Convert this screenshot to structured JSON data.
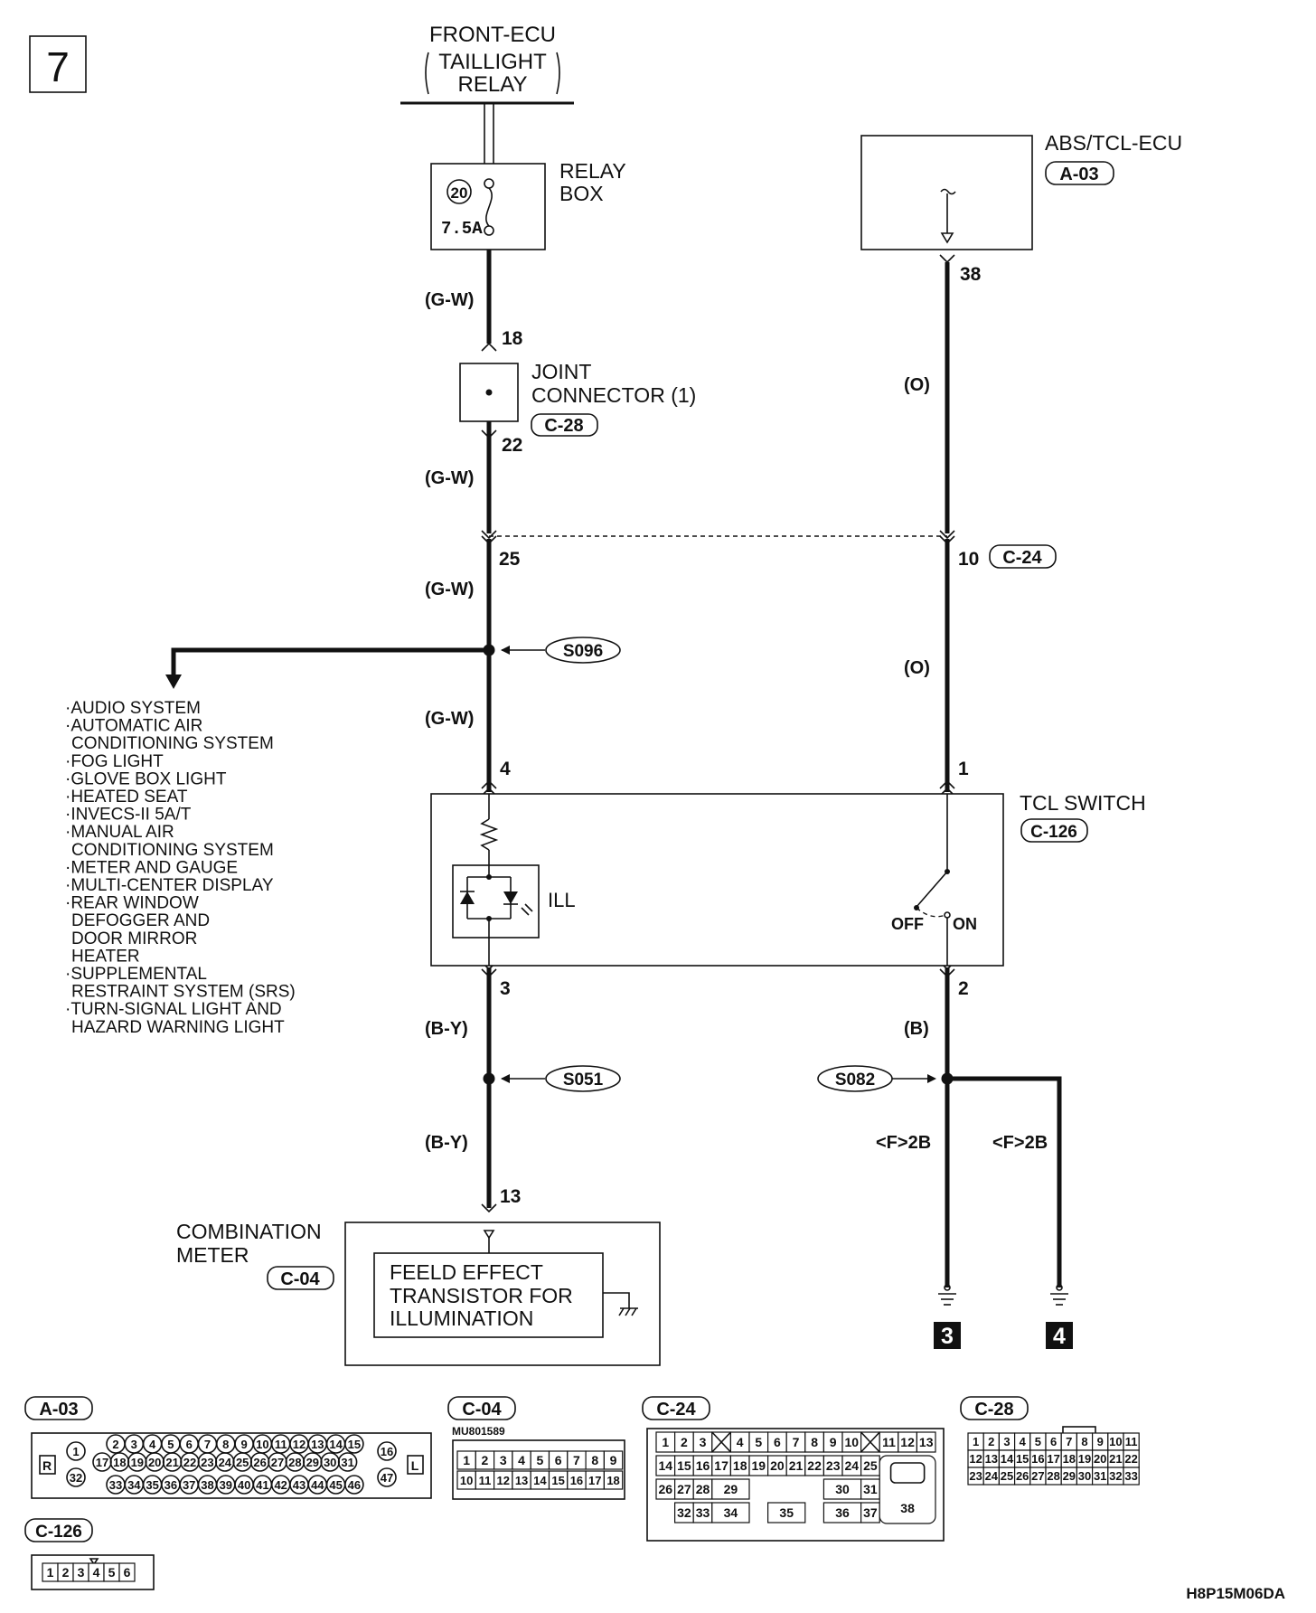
{
  "page_number": "7",
  "front_ecu": {
    "title": "FRONT-ECU",
    "line1": "TAILLIGHT",
    "line2": "RELAY"
  },
  "relay_box": {
    "label_line1": "RELAY",
    "label_line2": "BOX",
    "fuse_no": "20",
    "fuse_rating": "7.5A"
  },
  "abs_tcl_ecu": {
    "label": "ABS/TCL-ECU",
    "connector": "A-03",
    "pin": "38"
  },
  "joint_connector": {
    "label_line1": "JOINT",
    "label_line2": "CONNECTOR (1)",
    "connector": "C-28",
    "pin_in": "18",
    "pin_out": "22"
  },
  "intermediate_connector": {
    "pin_left": "25",
    "pin_right": "10",
    "connector": "C-24"
  },
  "wire_colors": {
    "g_w": "(G-W)",
    "o": "(O)",
    "b_y": "(B-Y)",
    "b": "(B)"
  },
  "splices": {
    "s096": "S096",
    "s051": "S051",
    "s082": "S082"
  },
  "branch_systems": [
    "·AUDIO SYSTEM",
    "·AUTOMATIC AIR",
    "CONDITIONING SYSTEM",
    "·FOG LIGHT",
    "·GLOVE BOX LIGHT",
    "·HEATED SEAT",
    "·INVECS-II 5A/T",
    "·MANUAL AIR",
    "CONDITIONING SYSTEM",
    "·METER AND GAUGE",
    "·MULTI-CENTER DISPLAY",
    "·REAR WINDOW",
    "DEFOGGER AND",
    "DOOR MIRROR",
    "HEATER",
    "·SUPPLEMENTAL",
    "RESTRAINT SYSTEM (SRS)",
    "·TURN-SIGNAL LIGHT AND",
    "HAZARD WARNING LIGHT"
  ],
  "tcl_switch": {
    "label": "TCL SWITCH",
    "connector": "C-126",
    "pin_4": "4",
    "pin_1": "1",
    "pin_3": "3",
    "pin_2": "2",
    "ill": "ILL",
    "off": "OFF",
    "on": "ON"
  },
  "combination_meter": {
    "label_line1": "COMBINATION",
    "label_line2": "METER",
    "connector": "C-04",
    "pin": "13",
    "inner_line1": "FEELD EFFECT",
    "inner_line2": "TRANSISTOR FOR",
    "inner_line3": "ILLUMINATION"
  },
  "grounds": {
    "ref_left": "<F>2B",
    "ref_right": "<F>2B",
    "ground_3": "3",
    "ground_4": "4"
  },
  "connector_views": {
    "a03": {
      "id": "A-03",
      "r": "R",
      "l": "L",
      "row1": [
        "2",
        "3",
        "4",
        "5",
        "6",
        "7",
        "8",
        "9",
        "10",
        "11",
        "12",
        "13",
        "14",
        "15"
      ],
      "row2": [
        "17",
        "18",
        "19",
        "20",
        "21",
        "22",
        "23",
        "24",
        "25",
        "26",
        "27",
        "28",
        "29",
        "30",
        "31"
      ],
      "row3": [
        "33",
        "34",
        "35",
        "36",
        "37",
        "38",
        "39",
        "40",
        "41",
        "42",
        "43",
        "44",
        "45",
        "46"
      ],
      "left_top": "1",
      "left_bot": "32",
      "right_top": "16",
      "right_bot": "47"
    },
    "c04": {
      "id": "C-04",
      "part_no": "MU801589",
      "row1": [
        "1",
        "2",
        "3",
        "4",
        "5",
        "6",
        "7",
        "8",
        "9"
      ],
      "row2": [
        "10",
        "11",
        "12",
        "13",
        "14",
        "15",
        "16",
        "17",
        "18"
      ]
    },
    "c24": {
      "id": "C-24",
      "row1": [
        "1",
        "2",
        "3",
        "",
        "4",
        "5",
        "6",
        "7",
        "8",
        "9",
        "10",
        "",
        "11",
        "12",
        "13"
      ],
      "row2": [
        "14",
        "15",
        "16",
        "17",
        "18",
        "19",
        "20",
        "21",
        "22",
        "23",
        "24",
        "25"
      ],
      "r3a": [
        "26",
        "27",
        "28",
        "29"
      ],
      "r3b": [
        "30",
        "31"
      ],
      "r4a": [
        "32",
        "33",
        "34"
      ],
      "r4b": [
        "35"
      ],
      "r4c": [
        "36",
        "37"
      ],
      "big": "38"
    },
    "c28": {
      "id": "C-28",
      "row1": [
        "1",
        "2",
        "3",
        "4",
        "5",
        "6",
        "7",
        "8",
        "9",
        "10",
        "11"
      ],
      "row2": [
        "12",
        "13",
        "14",
        "15",
        "16",
        "17",
        "18",
        "19",
        "20",
        "21",
        "22"
      ],
      "row3": [
        "23",
        "24",
        "25",
        "26",
        "27",
        "28",
        "29",
        "30",
        "31",
        "32",
        "33"
      ]
    },
    "c126": {
      "id": "C-126",
      "pins": [
        "1",
        "2",
        "3",
        "4",
        "5",
        "6"
      ]
    }
  },
  "diagram_code": "H8P15M06DA"
}
